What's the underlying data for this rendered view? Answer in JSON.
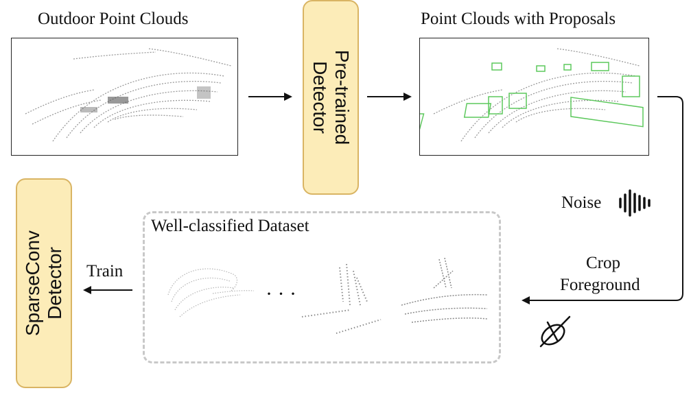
{
  "top_left": {
    "title": "Outdoor Point Clouds"
  },
  "top_right": {
    "title": "Point Clouds with Proposals"
  },
  "pretrained": {
    "line1": "Pre-trained",
    "line2": "Detector"
  },
  "sparseconv": {
    "line1": "SparseConv",
    "line2": "Detector"
  },
  "noise": {
    "label": "Noise"
  },
  "crop": {
    "line1": "Crop",
    "line2": "Foreground"
  },
  "dataset": {
    "title": "Well-classified Dataset",
    "ellipsis": "· · ·"
  },
  "train": {
    "label": "Train"
  },
  "colors": {
    "box_fill": "#fcecb8",
    "box_border": "#d9b463",
    "proposal": "#5cc85c",
    "dashed": "#c8c8c8"
  }
}
